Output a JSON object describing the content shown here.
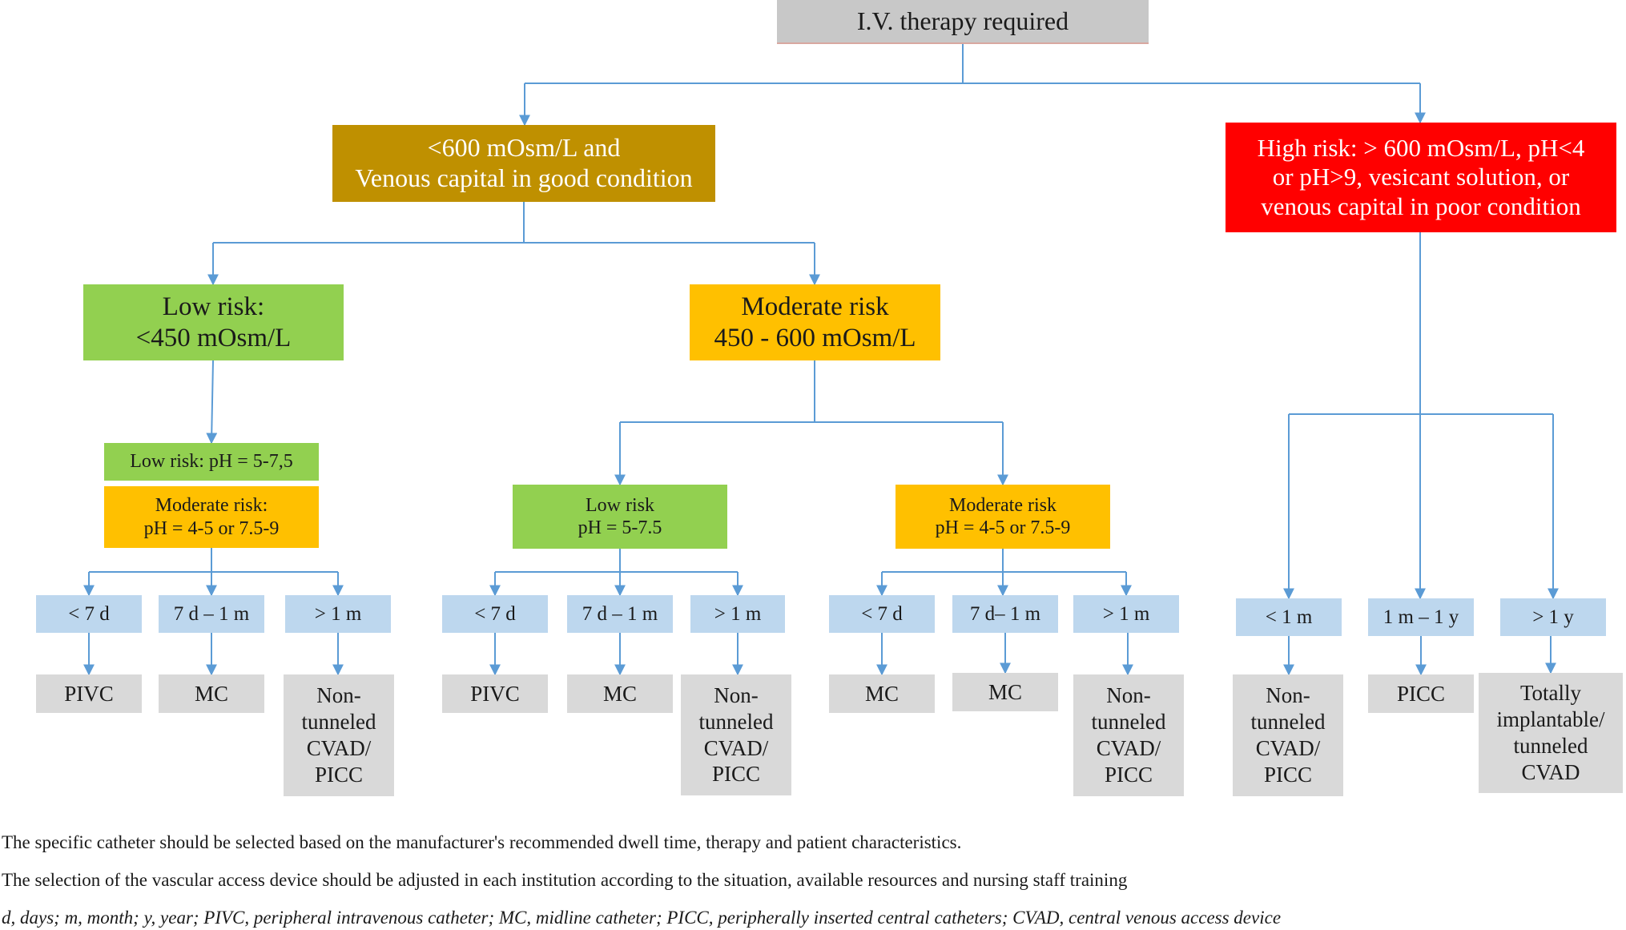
{
  "nodes": {
    "root": [
      "I.V. therapy required"
    ],
    "osm_good": [
      "<600 mOsm/L and",
      "Venous capital in good condition"
    ],
    "high_risk": [
      "High risk: > 600 mOsm/L, pH<4",
      "or pH>9, vesicant solution, or",
      "venous capital in poor condition"
    ],
    "low_osm": [
      "Low risk:",
      "<450 mOsm/L"
    ],
    "mod_osm": [
      "Moderate risk",
      "450 - 600 mOsm/L"
    ],
    "low_ph_a": [
      "Low risk: pH = 5-7,5"
    ],
    "mod_ph_a": [
      "Moderate risk:",
      "pH = 4-5 or 7.5-9"
    ],
    "low_ph_b": [
      "Low risk",
      "pH = 5-7.5"
    ],
    "mod_ph_b": [
      "Moderate risk",
      "pH = 4-5 or 7.5-9"
    ],
    "d1": [
      "< 7 d"
    ],
    "d2": [
      "7 d – 1 m"
    ],
    "d3": [
      "> 1 m"
    ],
    "d4": [
      "< 7 d"
    ],
    "d5": [
      "7 d – 1 m"
    ],
    "d6": [
      "> 1 m"
    ],
    "d7": [
      "< 7 d"
    ],
    "d8": [
      "7 d– 1 m"
    ],
    "d9": [
      "> 1 m"
    ],
    "d10": [
      "< 1 m"
    ],
    "d11": [
      "1 m – 1 y"
    ],
    "d12": [
      "> 1 y"
    ],
    "c1": [
      "PIVC"
    ],
    "c2": [
      "MC"
    ],
    "c3": [
      "Non-",
      "tunneled",
      "CVAD/",
      "PICC"
    ],
    "c4": [
      "PIVC"
    ],
    "c5": [
      "MC"
    ],
    "c6": [
      "Non-",
      "tunneled",
      "CVAD/",
      "PICC"
    ],
    "c7": [
      "MC"
    ],
    "c8": [
      "MC"
    ],
    "c9": [
      "Non-",
      "tunneled",
      "CVAD/",
      "PICC"
    ],
    "c10": [
      "Non-",
      "tunneled",
      "CVAD/",
      "PICC"
    ],
    "c11": [
      "PICC"
    ],
    "c12": [
      "Totally",
      "implantable/",
      "tunneled",
      "CVAD"
    ]
  },
  "notes": {
    "line1": "The specific catheter should be selected based on the manufacturer's recommended dwell time, therapy and patient characteristics.",
    "line2": "The selection of the vascular access device should be adjusted in each institution according to the situation, available resources and nursing staff training",
    "abbreviations": "d, days; m, month; y, year; PIVC, peripheral intravenous catheter; MC, midline catheter; PICC, peripherally inserted central catheters; CVAD, central venous access device"
  },
  "colors": {
    "connector": "#5b9bd5",
    "top": "#c8c8c8",
    "gold": "#bf9000",
    "red": "#ff0000",
    "green": "#92d050",
    "orange": "#ffc000",
    "light_blue": "#bdd7ee",
    "gray": "#d9d9d9"
  }
}
